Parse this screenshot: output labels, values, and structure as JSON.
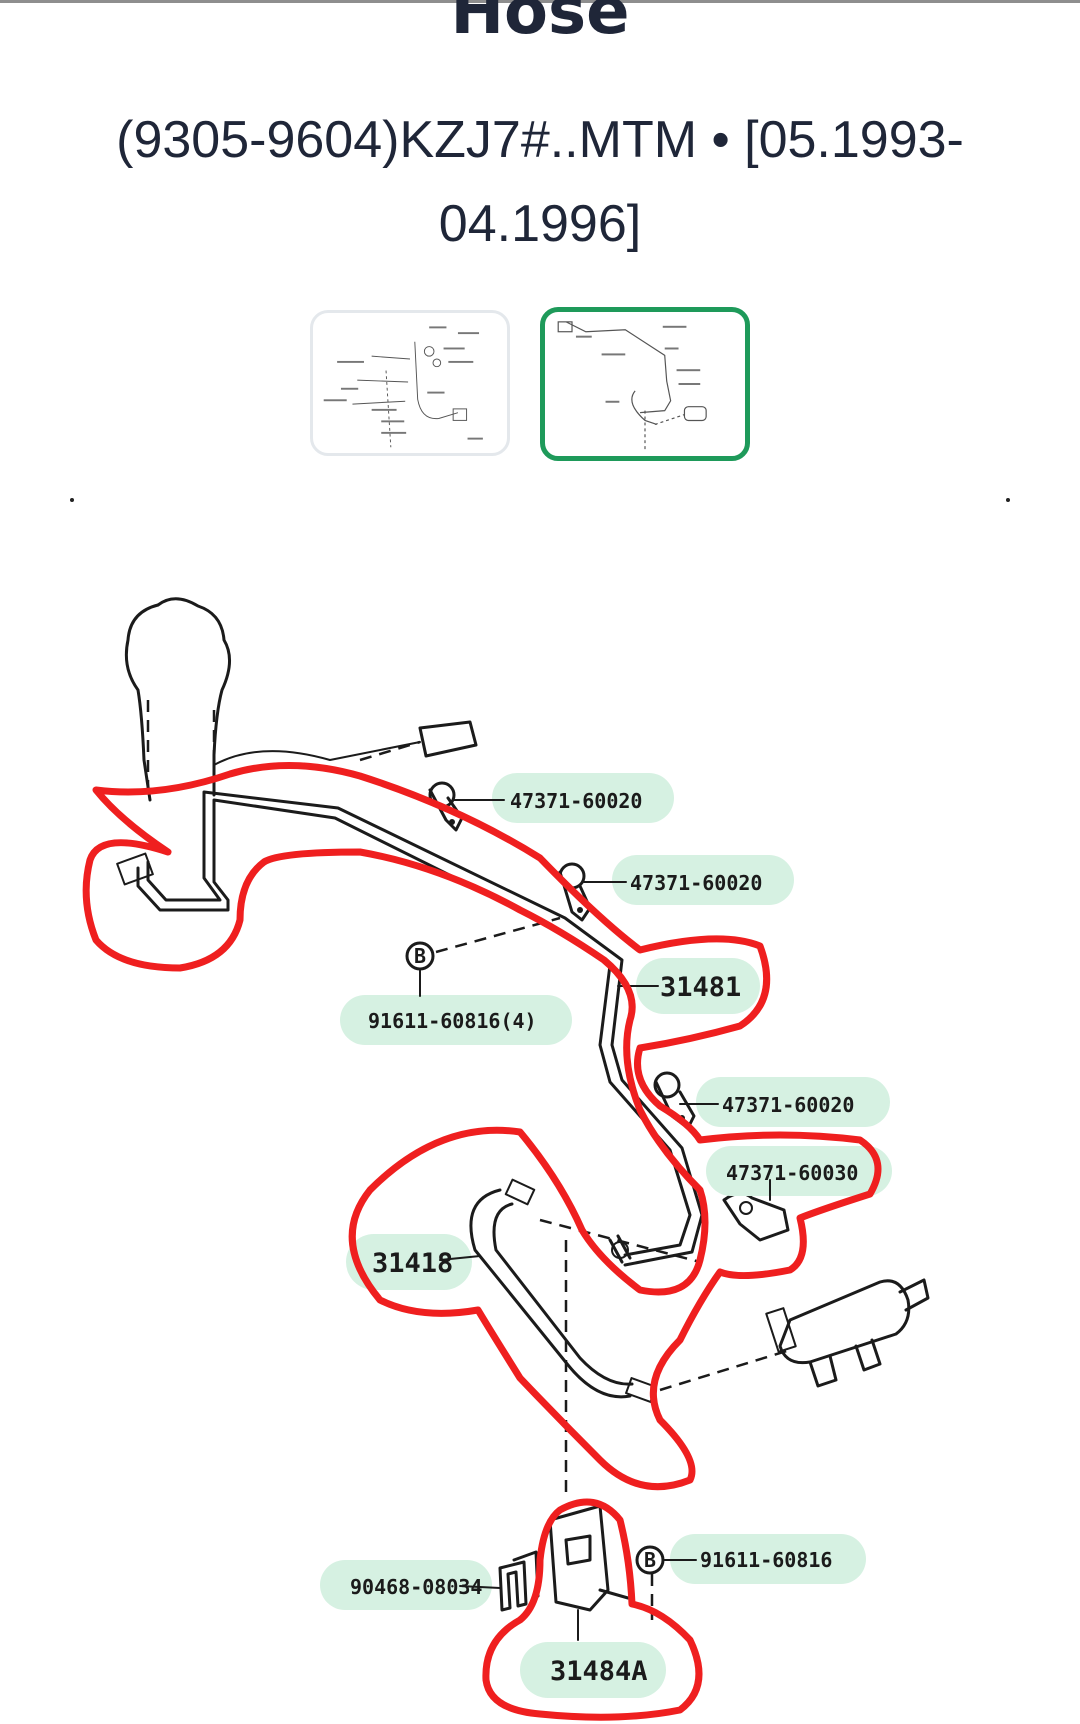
{
  "header": {
    "title": "Hose",
    "subtitle": "(9305-9604)KZJ7#..MTM • [05.1993-04.1996]"
  },
  "gallery": {
    "thumbnails": [
      {
        "name": "diagram-thumbnail-1",
        "selected": false
      },
      {
        "name": "diagram-thumbnail-2",
        "selected": true
      }
    ],
    "selected_color": "#1e9a5a"
  },
  "diagram": {
    "labels": {
      "clamp_1": "47371-60020",
      "clamp_2": "47371-60020",
      "bolt_top": "91611-60816(4)",
      "tube": "31481",
      "clamp_3": "47371-60020",
      "clamp_4": "47371-60030",
      "hose": "31418",
      "bolt_bottom": "91611-60816",
      "clip": "90468-08034",
      "bracket": "31484A"
    },
    "bolt_glyph": "B",
    "highlight_color": "#ef1f1f",
    "label_background": "#d6f1e2"
  }
}
